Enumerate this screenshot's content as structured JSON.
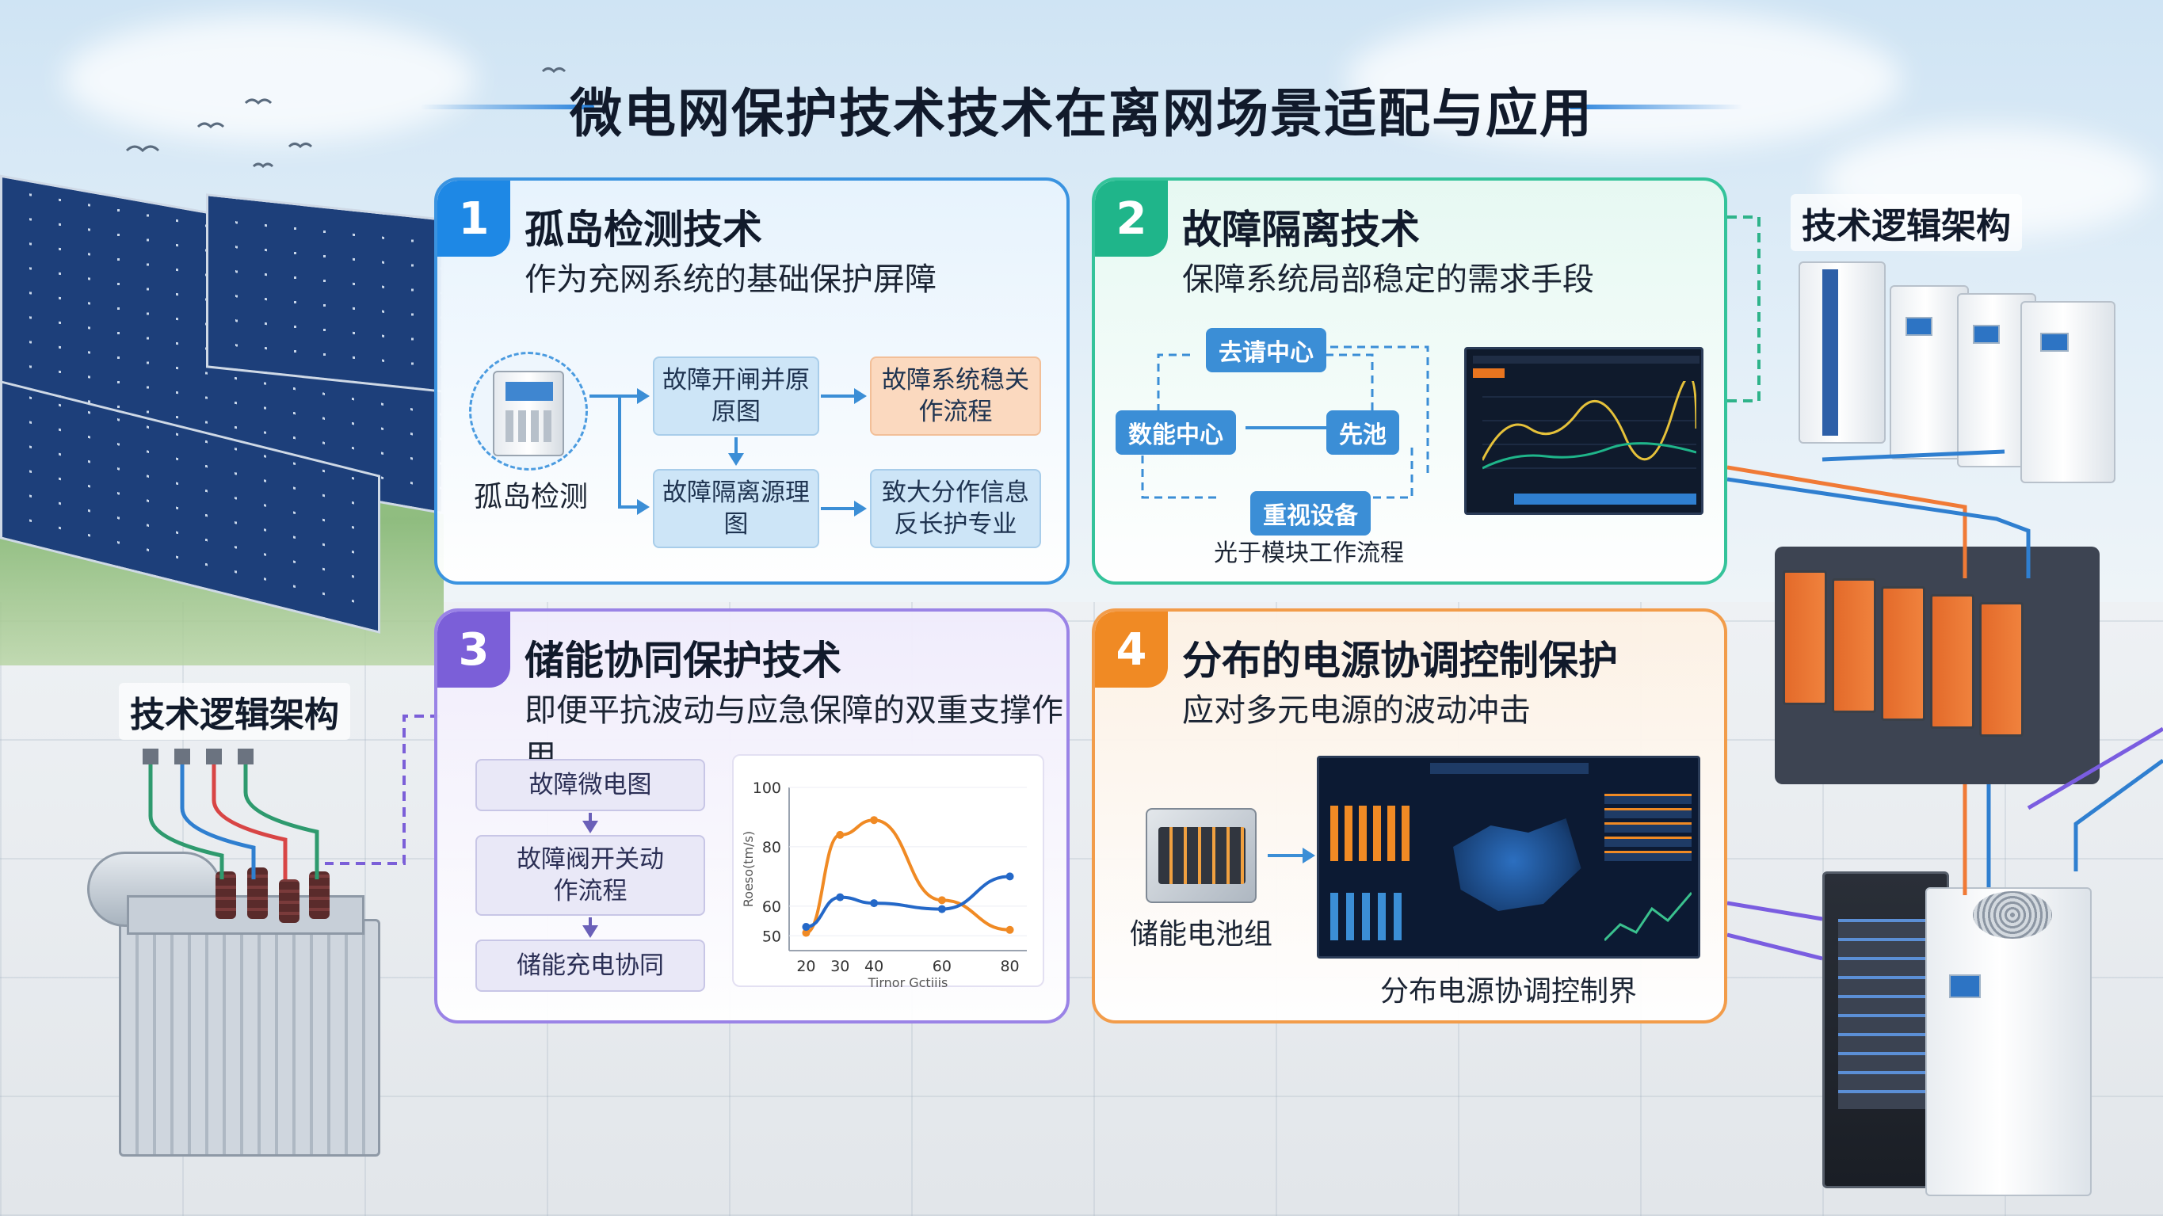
{
  "title": "微电网保护技术技术在离网场景适配与应用",
  "side_labels": {
    "right": "技术逻辑架构",
    "left": "技术逻辑架构"
  },
  "cards": [
    {
      "num": "1",
      "title": "孤岛检测技术",
      "subtitle": "作为充网系统的基础保护屏障",
      "device_label": "孤岛检测",
      "boxes": [
        "故障开闸并原原图",
        "故障系统稳关作流程",
        "故障隔离源理图",
        "致大分作信息反长护专业"
      ],
      "colors": {
        "accent": "#1e88e5",
        "border": "#3a93e0"
      }
    },
    {
      "num": "2",
      "title": "故障隔离技术",
      "subtitle": "保障系统局部稳定的需求手段",
      "nodes": [
        "去请中心",
        "数能中心",
        "先池",
        "重视设备"
      ],
      "caption": "光于模块工作流程",
      "colors": {
        "accent": "#1fb58a",
        "border": "#34c39a"
      }
    },
    {
      "num": "3",
      "title": "储能协同保护技术",
      "subtitle": "即便平抗波动与应急保障的双重支撑作用",
      "steps": [
        "故障微电图",
        "故障阀开关动作流程",
        "储能充电协同"
      ],
      "colors": {
        "accent": "#7b5fd8",
        "border": "#9a83e6"
      }
    },
    {
      "num": "4",
      "title": "分布的电源协调控制保护",
      "subtitle": "应对多元电源的波动冲击",
      "device_label": "储能电池组",
      "caption": "分布电源协调控制界",
      "colors": {
        "accent": "#f08a24",
        "border": "#f29c4a"
      }
    }
  ],
  "chart_data": {
    "type": "line",
    "title": "",
    "xlabel": "Tirnor Gctiiis",
    "ylabel": "Roeso(tm/s)",
    "xticks": [
      "20",
      "30",
      "40",
      "60",
      "80"
    ],
    "yticks": [
      "50",
      "60",
      "80",
      "100"
    ],
    "x": [
      20,
      30,
      40,
      60,
      80
    ],
    "ylim": [
      50,
      100
    ],
    "series": [
      {
        "color": "#f08a24",
        "values": [
          51,
          84,
          89,
          62,
          52
        ]
      },
      {
        "color": "#2468c8",
        "values": [
          53,
          63,
          61,
          59,
          70
        ]
      }
    ]
  }
}
